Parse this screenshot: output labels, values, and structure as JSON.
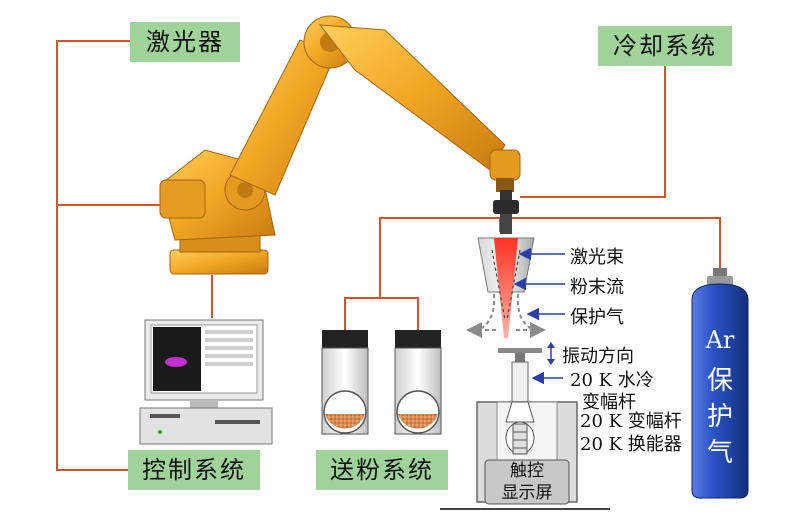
{
  "labels": {
    "laser": "激光器",
    "cooling": "冷却系统",
    "control": "控制系统",
    "powder_feed": "送粉系统"
  },
  "annotations": {
    "laser_beam": "激光束",
    "powder_flow": "粉末流",
    "shield_gas": "保护气",
    "vibration_direction": "振动方向",
    "horn_water_cooled_line1": "20 K 水冷",
    "horn_water_cooled_line2": "变幅杆",
    "horn": "20 K 变幅杆",
    "transducer": "20 K 换能器"
  },
  "gas_cylinder": {
    "symbol": "Ar",
    "chars": [
      "保",
      "护",
      "气"
    ]
  },
  "touch_screen": {
    "line1": "触控",
    "line2": "显示屏"
  },
  "colors": {
    "label_bg": "#9fd39a",
    "wire": "#d2542e",
    "robot": "#f2a623",
    "cylinder": "#1e3f9c",
    "beam": "#e8261c",
    "arrow": "#2b3fa8"
  }
}
